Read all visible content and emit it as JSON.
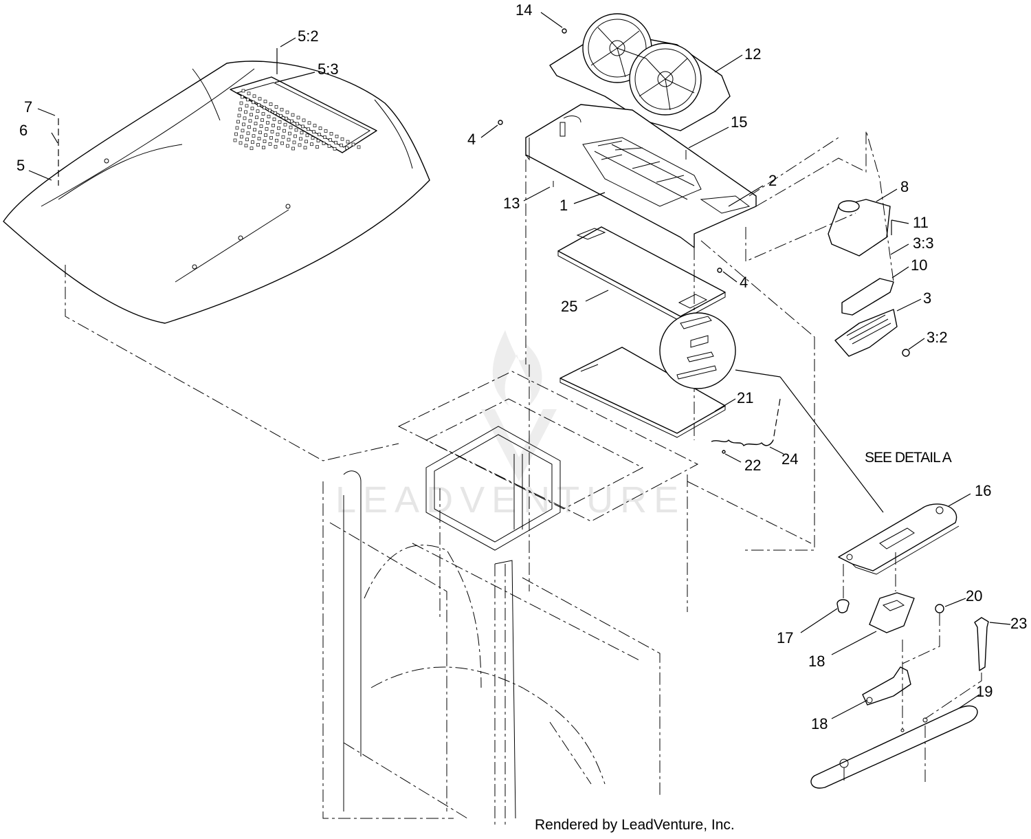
{
  "callouts": [
    {
      "id": "c14",
      "label": "14"
    },
    {
      "id": "c5-2",
      "label": "5:2"
    },
    {
      "id": "c5-3",
      "label": "5:3"
    },
    {
      "id": "c12",
      "label": "12"
    },
    {
      "id": "c7",
      "label": "7"
    },
    {
      "id": "c6",
      "label": "6"
    },
    {
      "id": "c5",
      "label": "5"
    },
    {
      "id": "c4a",
      "label": "4"
    },
    {
      "id": "c15",
      "label": "15"
    },
    {
      "id": "c2",
      "label": "2"
    },
    {
      "id": "c13",
      "label": "13"
    },
    {
      "id": "c1",
      "label": "1"
    },
    {
      "id": "c8",
      "label": "8"
    },
    {
      "id": "c11",
      "label": "11"
    },
    {
      "id": "c3-3",
      "label": "3:3"
    },
    {
      "id": "c10",
      "label": "10"
    },
    {
      "id": "c4b",
      "label": "4"
    },
    {
      "id": "c3",
      "label": "3"
    },
    {
      "id": "c25",
      "label": "25"
    },
    {
      "id": "c3-2",
      "label": "3:2"
    },
    {
      "id": "c21",
      "label": "21"
    },
    {
      "id": "c22",
      "label": "22"
    },
    {
      "id": "c24",
      "label": "24"
    },
    {
      "id": "c16",
      "label": "16"
    },
    {
      "id": "c20",
      "label": "20"
    },
    {
      "id": "c23",
      "label": "23"
    },
    {
      "id": "c17",
      "label": "17"
    },
    {
      "id": "c18a",
      "label": "18"
    },
    {
      "id": "c19",
      "label": "19"
    },
    {
      "id": "c18b",
      "label": "18"
    }
  ],
  "detail_label": "SEE DETAIL  A",
  "footer": "Rendered by LeadVenture, Inc.",
  "watermark": "LEADVENTURE",
  "colors": {
    "line": "#000000",
    "background": "#ffffff",
    "watermark": "#e6e6e6"
  }
}
